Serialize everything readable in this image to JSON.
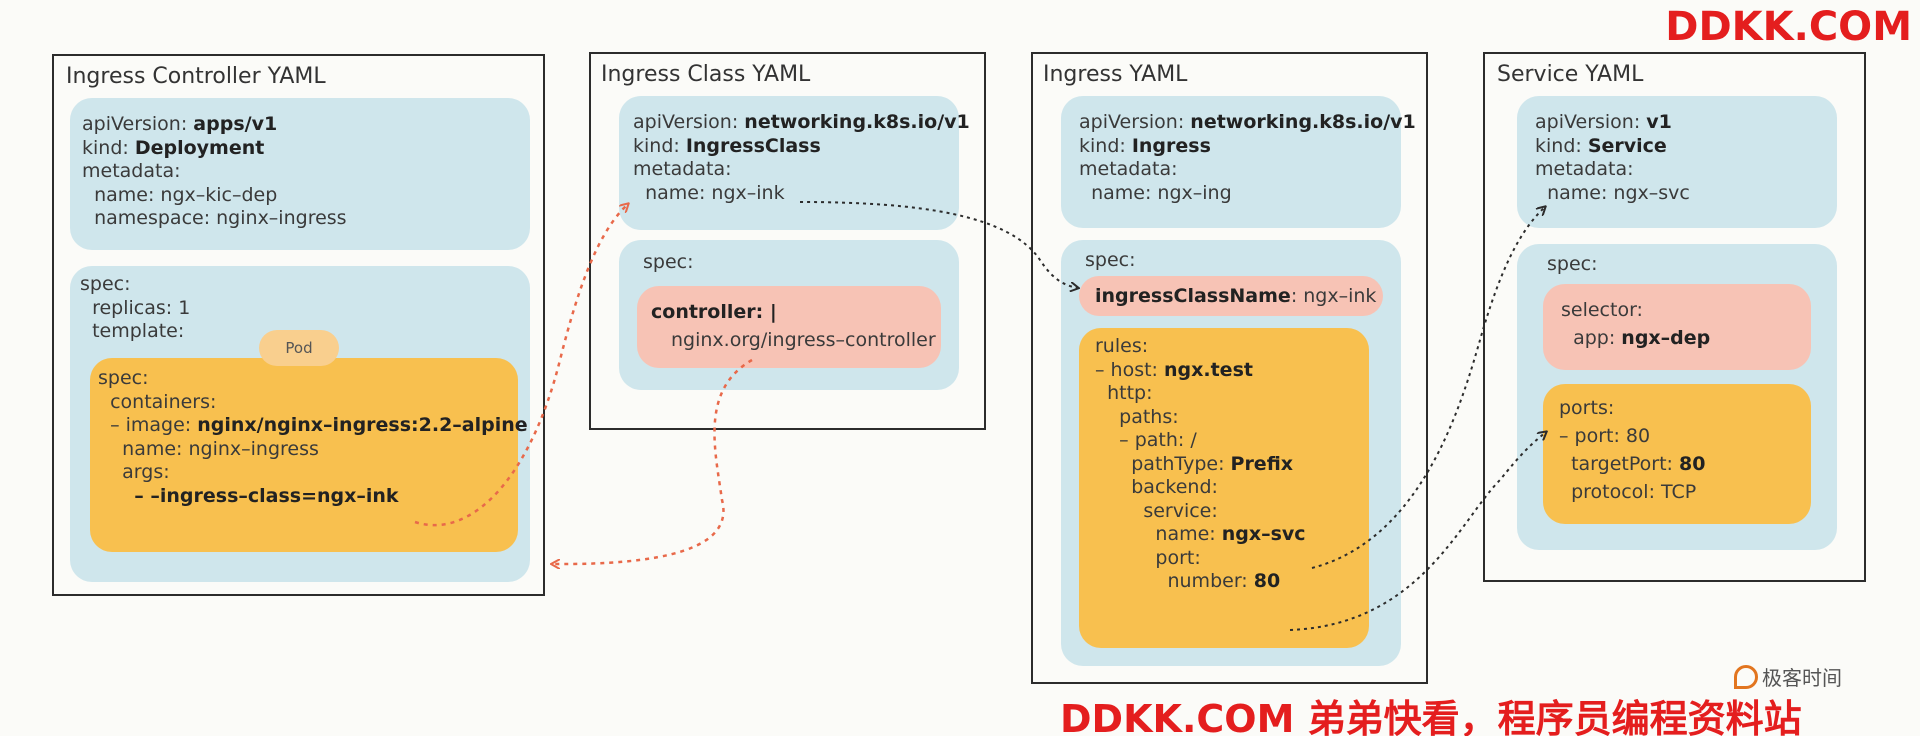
{
  "panels": {
    "controller": {
      "title": "Ingress Controller YAML",
      "meta_lines": [
        {
          "k": "apiVersion: ",
          "v": "apps/v1"
        },
        {
          "k": "kind: ",
          "v": "Deployment"
        },
        {
          "k": "metadata:",
          "v": ""
        },
        {
          "k": "  name: ngx–kic–dep",
          "v": ""
        },
        {
          "k": "  namespace: nginx–ingress",
          "v": ""
        }
      ],
      "spec_lines": [
        {
          "k": "spec:",
          "v": ""
        },
        {
          "k": "  replicas: 1",
          "v": ""
        },
        {
          "k": "  template:",
          "v": ""
        }
      ],
      "pod_badge": "Pod",
      "pod_lines": [
        {
          "k": "spec:",
          "v": ""
        },
        {
          "k": "  containers:",
          "v": ""
        },
        {
          "k": "  – image: ",
          "v": "nginx/nginx–ingress:2.2–alpine"
        },
        {
          "k": "    name: nginx–ingress",
          "v": ""
        },
        {
          "k": "    args:",
          "v": ""
        },
        {
          "k": "      ",
          "v": "– –ingress–class=ngx–ink"
        }
      ]
    },
    "ingress_class": {
      "title": "Ingress Class YAML",
      "meta_lines": [
        {
          "k": "apiVersion: ",
          "v": "networking.k8s.io/v1"
        },
        {
          "k": "kind: ",
          "v": "IngressClass"
        },
        {
          "k": "metadata:",
          "v": ""
        },
        {
          "k": "  name: ngx–ink",
          "v": ""
        }
      ],
      "spec_label": "spec:",
      "controller_key": "controller: |",
      "controller_value": "nginx.org/ingress–controller"
    },
    "ingress": {
      "title": "Ingress YAML",
      "meta_lines": [
        {
          "k": "apiVersion: ",
          "v": "networking.k8s.io/v1"
        },
        {
          "k": "kind: ",
          "v": "Ingress"
        },
        {
          "k": "metadata:",
          "v": ""
        },
        {
          "k": "  name: ngx–ing",
          "v": ""
        }
      ],
      "spec_label": "spec:",
      "class_key": "ingressClassName",
      "class_value": ": ngx–ink",
      "rules_lines": [
        {
          "k": "rules:",
          "v": ""
        },
        {
          "k": "– host: ",
          "v": "ngx.test"
        },
        {
          "k": "  http:",
          "v": ""
        },
        {
          "k": "    paths:",
          "v": ""
        },
        {
          "k": "    – path: /",
          "v": ""
        },
        {
          "k": "      pathType: ",
          "v": "Prefix"
        },
        {
          "k": "      backend:",
          "v": ""
        },
        {
          "k": "        service:",
          "v": ""
        },
        {
          "k": "          name: ",
          "v": "ngx–svc"
        },
        {
          "k": "          port:",
          "v": ""
        },
        {
          "k": "            number: ",
          "v": "80"
        }
      ]
    },
    "service": {
      "title": "Service YAML",
      "meta_lines": [
        {
          "k": "apiVersion: ",
          "v": "v1"
        },
        {
          "k": "kind: ",
          "v": "Service"
        },
        {
          "k": "metadata:",
          "v": ""
        },
        {
          "k": "  name: ngx–svc",
          "v": ""
        }
      ],
      "spec_label": "spec:",
      "selector_lines": [
        {
          "k": "selector:",
          "v": ""
        },
        {
          "k": "  app: ",
          "v": "ngx–dep"
        }
      ],
      "ports_lines": [
        {
          "k": "ports:",
          "v": ""
        },
        {
          "k": "– port: 80",
          "v": ""
        },
        {
          "k": "  targetPort: ",
          "v": "80"
        },
        {
          "k": "  protocol: TCP",
          "v": ""
        }
      ]
    }
  },
  "watermark_top": "DDKK.COM",
  "watermark_bottom": "DDKK.COM 弟弟快看，程序员编程资料站",
  "logo_text": "极客时间",
  "colors": {
    "blue_box": "#cfe6ec",
    "pink_box": "#f7c3b5",
    "orange_box": "#f8c04f",
    "red_arrow": "#e8694a",
    "dark_arrow": "#2c2c2c",
    "watermark": "#e41e1e"
  }
}
